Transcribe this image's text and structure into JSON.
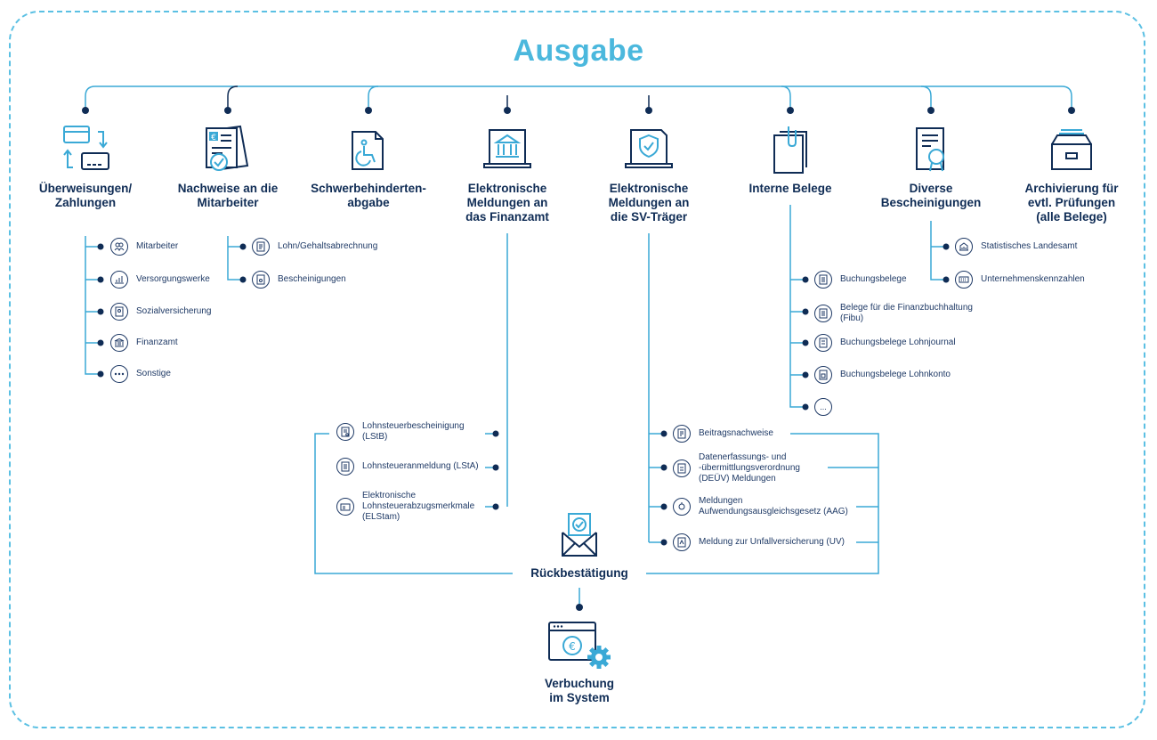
{
  "title": "Ausgabe",
  "categories": [
    {
      "label": "Überweisungen/\nZahlungen",
      "icon": "card-transfer-icon"
    },
    {
      "label": "Nachweise an die\nMitarbeiter",
      "icon": "documents-check-icon"
    },
    {
      "label": "Schwerbehinderten-\nabgabe",
      "icon": "wheelchair-document-icon"
    },
    {
      "label": "Elektronische\nMeldungen an\ndas Finanzamt",
      "icon": "laptop-bank-icon"
    },
    {
      "label": "Elektronische\nMeldungen an\ndie SV-Träger",
      "icon": "laptop-shield-icon"
    },
    {
      "label": "Interne Belege",
      "icon": "clipped-documents-icon"
    },
    {
      "label": "Diverse\nBescheinigungen",
      "icon": "certificate-seal-icon"
    },
    {
      "label": "Archivierung für\nevtl. Prüfungen\n(alle Belege)",
      "icon": "archive-box-icon"
    }
  ],
  "sub_zahlungen": [
    "Mitarbeiter",
    "Versorgungswerke",
    "Sozialversicherung",
    "Finanzamt",
    "Sonstige"
  ],
  "sub_nachweise": [
    "Lohn/Gehaltsabrechnung",
    "Bescheinigungen"
  ],
  "sub_interne": [
    "Buchungsbelege",
    "Belege für die Finanzbuchhaltung (Fibu)",
    "Buchungsbelege Lohnjournal",
    "Buchungsbelege Lohnkonto",
    "..."
  ],
  "sub_diverse": [
    "Statistisches Landesamt",
    "Unternehmenskennzahlen"
  ],
  "sub_finanzamt": [
    "Lohnsteuerbescheinigung (LStB)",
    "Lohnsteueranmeldung (LStA)",
    "Elektronische Lohnsteuerabzugsmerkmale (ELStam)"
  ],
  "sub_sv": [
    "Beitragsnachweise",
    "Datenerfassungs- und -übermittlungsverordnung (DEÜV) Meldungen",
    "Meldungen Aufwendungsausgleichsgesetz (AAG)",
    "Meldung zur Unfallversicherung (UV)"
  ],
  "confirmation": {
    "label": "Rückbestätigung",
    "icon": "envelope-check-icon"
  },
  "booking": {
    "label": "Verbuchung\nim System",
    "icon": "browser-euro-gear-icon"
  },
  "colors": {
    "accent": "#4bb8dd",
    "navy": "#0f2c55",
    "line": "#3aa9d6"
  }
}
